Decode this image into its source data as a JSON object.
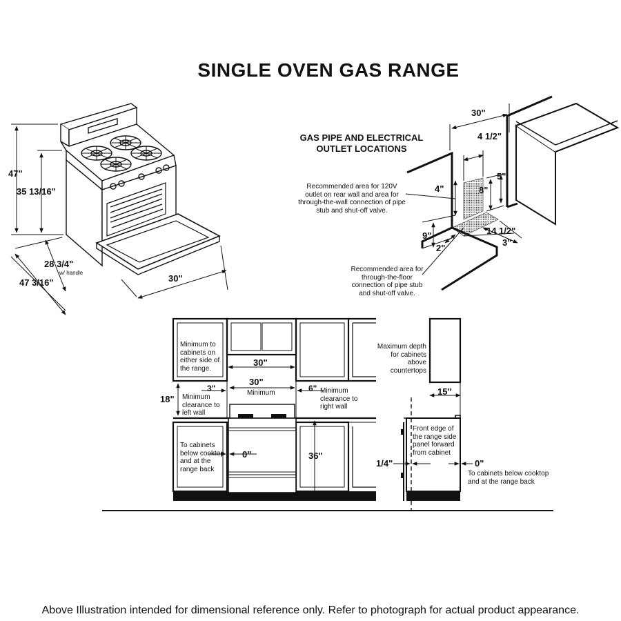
{
  "title": "SINGLE OVEN GAS RANGE",
  "footer": "Above Illustration intended for dimensional reference only. Refer to photograph for actual product appearance.",
  "range_dims": {
    "height_total": "47\"",
    "height_cooktop": "35 13/16\"",
    "depth_handle": "28 3/4\"",
    "depth_handle_note": "w/ handle",
    "depth_door_open": "47 3/16\"",
    "width": "30\""
  },
  "gas_pipe": {
    "heading_line1": "GAS PIPE AND ELECTRICAL",
    "heading_line2": "OUTLET LOCATIONS",
    "width": "30\"",
    "offset_side": "4 1/2\"",
    "rect_width": "5\"",
    "rect_height": "8\"",
    "left_height": "4\"",
    "floor_depth": "9\"",
    "floor_gap": "2\"",
    "floor_length": "14 1/2\"",
    "floor_offset": "3\"",
    "wall_note": "Recommended area for 120V outlet on rear wall and area for through-the-wall connection of pipe stub and shut-off valve.",
    "floor_note": "Recommended area for through-the-floor connection of pipe stub and shut-off valve."
  },
  "install": {
    "note_min_cabinets": "Minimum to cabinets on either side of the range.",
    "width_upper": "30\"",
    "width_min": "30\"",
    "width_min_label": "Minimum",
    "left_gap": "3\"",
    "right_gap": "6\"",
    "right_note": "Minimum clearance to right wall",
    "left_height": "18\"",
    "left_note": "Minimum clearance to left wall",
    "below_note": "To cabinets below cooktop and at the range back",
    "zero_left": "0\"",
    "counter_height": "36\"",
    "max_depth_note": "Maximum depth for cabinets above countertops",
    "upper_depth": "15\"",
    "front_edge_note": "Front edge of the range side panel forward from cabinet",
    "quarter": "1/4\"",
    "zero_right": "0\"",
    "below_right_note": "To cabinets below cooktop and at the range back"
  }
}
